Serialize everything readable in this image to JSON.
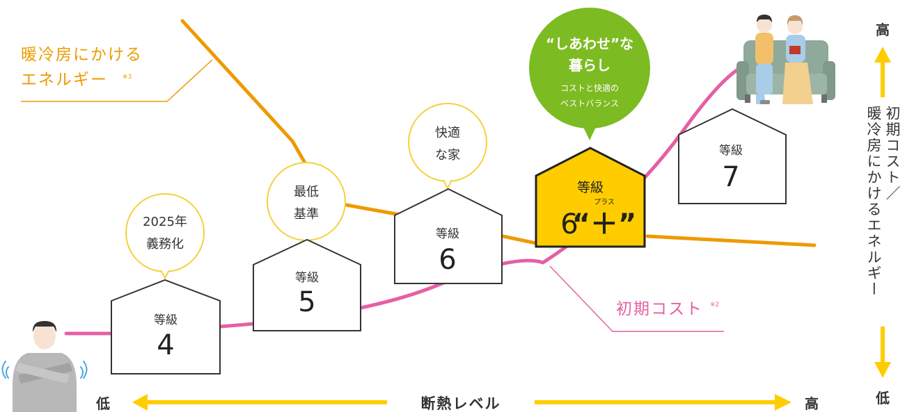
{
  "energy_label": {
    "line1": "暖冷房にかける",
    "line2": "エネルギー",
    "note": "※3"
  },
  "cost_label": {
    "text": "初期コスト",
    "note": "※2"
  },
  "houses": [
    {
      "id": "4",
      "grade_label": "等級",
      "number": "4"
    },
    {
      "id": "5",
      "grade_label": "等級",
      "number": "5"
    },
    {
      "id": "6",
      "grade_label": "等級",
      "number": "6"
    },
    {
      "id": "6plus",
      "grade_label": "等級",
      "number": "6",
      "plus": "“＋”",
      "ruby": "プラス"
    },
    {
      "id": "7",
      "grade_label": "等級",
      "number": "7"
    }
  ],
  "bubbles": {
    "mandatory": {
      "line1": "2025年",
      "line2": "義務化"
    },
    "minimum": {
      "line1": "最低",
      "line2": "基準"
    },
    "comfortable": {
      "line1": "快適",
      "line2": "な家"
    },
    "happy": {
      "line1": "“しあわせ”な",
      "line2": "暮らし",
      "line3": "コストと快適の",
      "line4": "ベストバランス"
    }
  },
  "x_axis": {
    "title": "断熱レベル",
    "low": "低",
    "high": "高"
  },
  "y_axis": {
    "high": "高",
    "low": "低",
    "title_col1": "初期コスト／",
    "title_col2": "暖冷房にかけるエネルギー"
  },
  "colors": {
    "energy_line": "#EE9A00",
    "cost_line": "#E65FA2",
    "highlight_house": "#FFCC00",
    "happy_bubble": "#7DBB22",
    "axis_arrow": "#FFCC00",
    "bubble_outline": "#F4D23C",
    "house_outline": "#333333"
  },
  "icons": {
    "cold_person": "cold-person-icon",
    "couple_sofa": "couple-on-sofa-icon"
  }
}
